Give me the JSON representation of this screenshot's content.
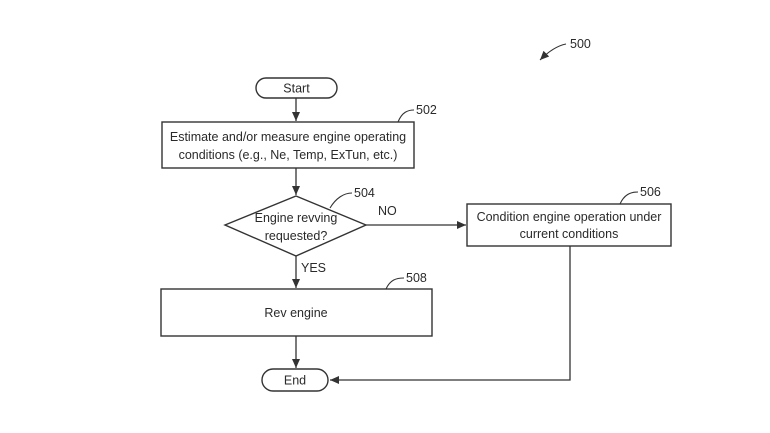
{
  "figure": {
    "reference": "500",
    "nodes": {
      "start": {
        "type": "terminal",
        "label": "Start"
      },
      "n502": {
        "type": "process",
        "ref": "502",
        "lines": [
          "Estimate and/or measure engine operating",
          "conditions (e.g., Ne, Temp, ExTun, etc.)"
        ]
      },
      "n504": {
        "type": "decision",
        "ref": "504",
        "lines": [
          "Engine revving",
          "requested?"
        ]
      },
      "n506": {
        "type": "process",
        "ref": "506",
        "lines": [
          "Condition engine operation under",
          "current conditions"
        ]
      },
      "n508": {
        "type": "process",
        "ref": "508",
        "lines": [
          "Rev engine"
        ]
      },
      "end": {
        "type": "terminal",
        "label": "End"
      }
    },
    "edges": {
      "start_to_502": {
        "from": "start",
        "to": "n502",
        "label": ""
      },
      "502_to_504": {
        "from": "n502",
        "to": "n504",
        "label": ""
      },
      "504_no": {
        "from": "n504",
        "to": "n506",
        "label": "NO"
      },
      "504_yes": {
        "from": "n504",
        "to": "n508",
        "label": "YES"
      },
      "508_to_end": {
        "from": "n508",
        "to": "end",
        "label": ""
      },
      "506_to_end": {
        "from": "n506",
        "to": "end",
        "label": ""
      }
    }
  }
}
